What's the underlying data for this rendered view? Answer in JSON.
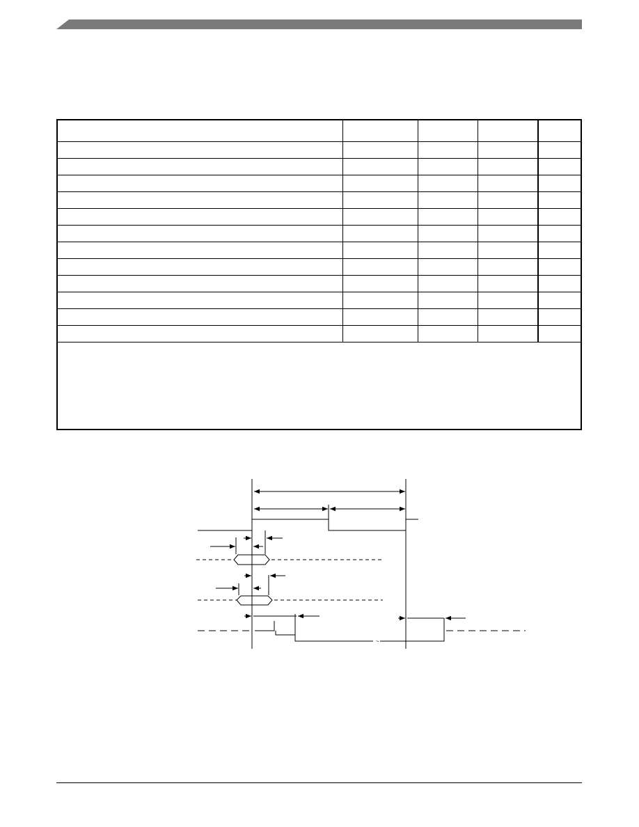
{
  "page": {
    "header": {
      "band_color": "#7a7a7a"
    },
    "table": {
      "header_row_count": 1,
      "body_row_count": 12,
      "column_count": 5
    },
    "timing_diagram": {
      "line_color": "#000000"
    },
    "footer": {
      "rule_color": "#000000"
    }
  }
}
